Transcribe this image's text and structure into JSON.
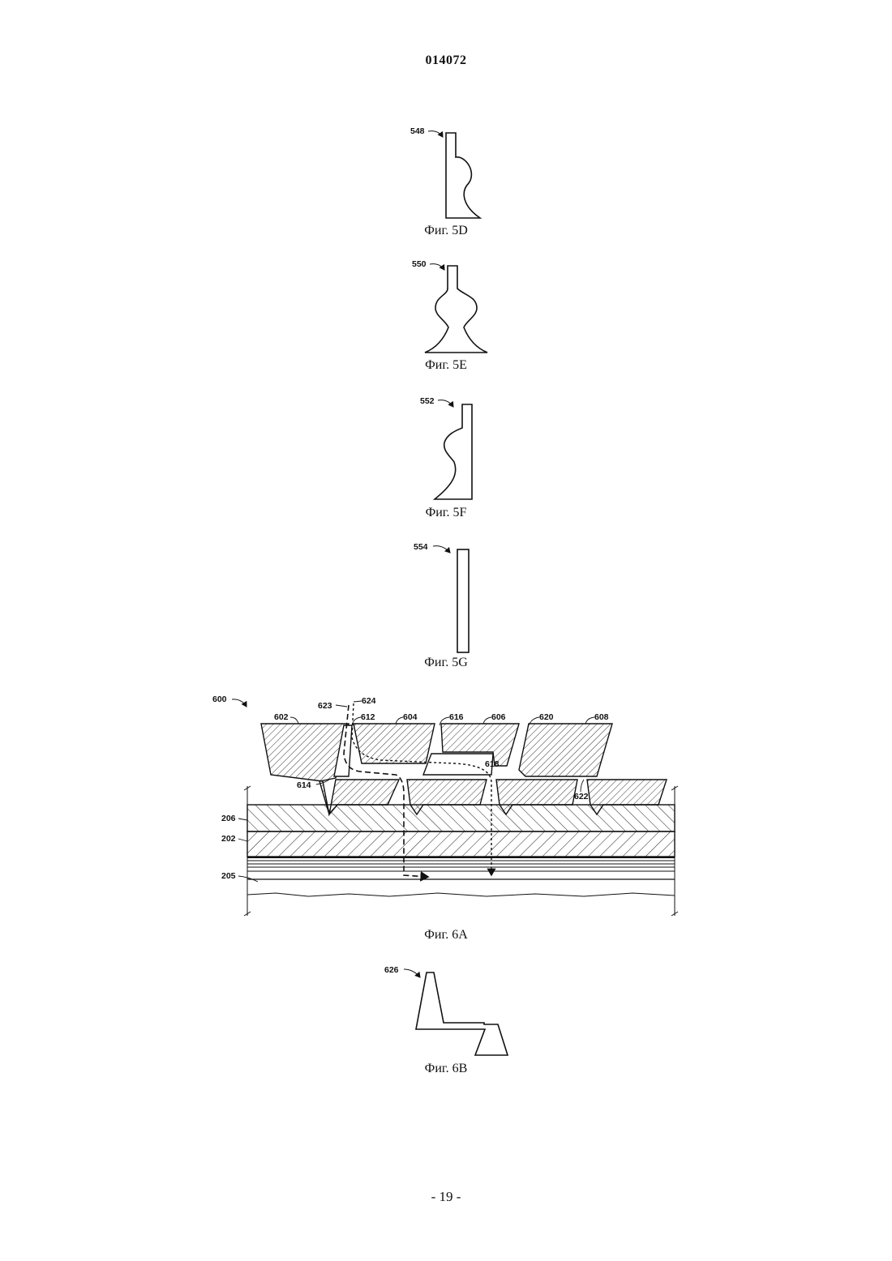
{
  "header": {
    "doc_number": "014072"
  },
  "footer": {
    "page_number": "- 19 -"
  },
  "figures": {
    "fig5d": {
      "caption": "Фиг. 5D",
      "ref": "548"
    },
    "fig5e": {
      "caption": "Фиг. 5E",
      "ref": "550"
    },
    "fig5f": {
      "caption": "Фиг. 5F",
      "ref": "552"
    },
    "fig5g": {
      "caption": "Фиг. 5G",
      "ref": "554"
    },
    "fig6a": {
      "caption": "Фиг. 6A",
      "refs": {
        "assembly": "600",
        "r602": "602",
        "r604": "604",
        "r606": "606",
        "r608": "608",
        "r612": "612",
        "r614": "614",
        "r616": "616",
        "r618": "618",
        "r620": "620",
        "r622": "622",
        "r623": "623",
        "r624": "624",
        "r206": "206",
        "r202": "202",
        "r205": "205"
      }
    },
    "fig6b": {
      "caption": "Фиг. 6B",
      "ref": "626"
    }
  }
}
